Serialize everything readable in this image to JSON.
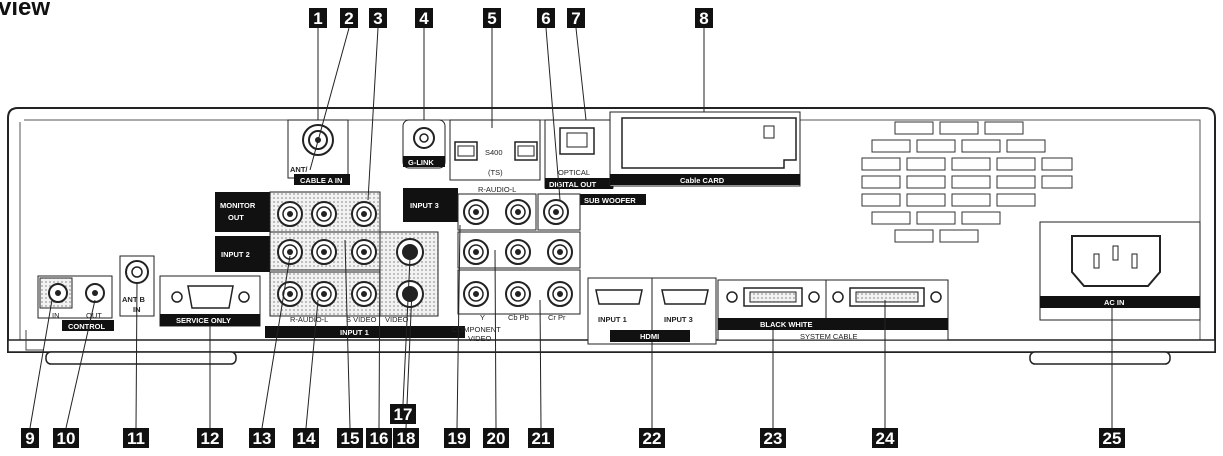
{
  "title": "r view",
  "callouts": [
    {
      "n": "1"
    },
    {
      "n": "2"
    },
    {
      "n": "3"
    },
    {
      "n": "4"
    },
    {
      "n": "5"
    },
    {
      "n": "6"
    },
    {
      "n": "7"
    },
    {
      "n": "8"
    },
    {
      "n": "9"
    },
    {
      "n": "10"
    },
    {
      "n": "11"
    },
    {
      "n": "12"
    },
    {
      "n": "13"
    },
    {
      "n": "14"
    },
    {
      "n": "15"
    },
    {
      "n": "16"
    },
    {
      "n": "17"
    },
    {
      "n": "18"
    },
    {
      "n": "19"
    },
    {
      "n": "20"
    },
    {
      "n": "21"
    },
    {
      "n": "22"
    },
    {
      "n": "23"
    },
    {
      "n": "24"
    },
    {
      "n": "25"
    }
  ],
  "labels": {
    "ant": "ANT/",
    "cable_a_in": "CABLE A IN",
    "g_link": "G-LINK",
    "s400": "S400",
    "ts": "(TS)",
    "optical": "OPTICAL",
    "digital_out": "DIGITAL OUT",
    "cable_card": "Cable CARD",
    "monitor_out_1": "MONITOR",
    "monitor_out_2": "OUT",
    "input3": "INPUT 3",
    "r_audio_l_top": "R-AUDIO-L",
    "sub_woofer": "SUB WOOFER",
    "input2": "INPUT 2",
    "in": "IN",
    "out": "OUT",
    "control": "CONTROL",
    "ant_b": "ANT B",
    "ant_b_in": "IN",
    "service_only": "SERVICE ONLY",
    "r_audio_l_bottom": "R-AUDIO-L",
    "s_video": "S VIDEO",
    "video": "VIDEO",
    "input1": "INPUT 1",
    "component_1": "COMPONENT",
    "component_2": "VIDEO",
    "y": "Y",
    "cbpb": "Cb Pb",
    "crpr": "Cr Pr",
    "hdmi_input1": "INPUT 1",
    "hdmi_input3": "INPUT 3",
    "hdmi": "HDMI",
    "black_white": "BLACK WHITE",
    "system_cable": "SYSTEM CABLE",
    "ac_in": "AC IN"
  }
}
